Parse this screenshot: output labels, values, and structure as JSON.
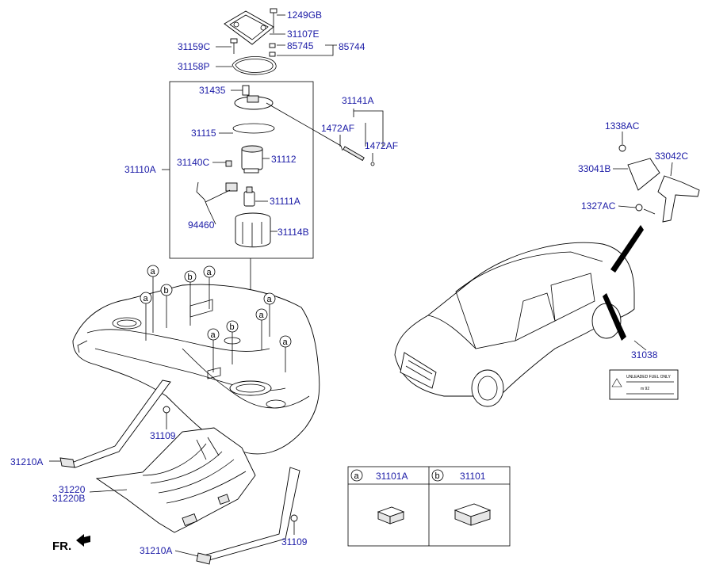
{
  "parts": {
    "p1249GB": "1249GB",
    "p31107E": "31107E",
    "p31159C": "31159C",
    "p85745": "85745",
    "p85744": "85744",
    "p31158P": "31158P",
    "p31435": "31435",
    "p31141A": "31141A",
    "p31115": "31115",
    "p1472AF_a": "1472AF",
    "p1472AF_b": "1472AF",
    "p31110A": "31110A",
    "p31140C": "31140C",
    "p31112": "31112",
    "p31111A": "31111A",
    "p94460": "94460",
    "p31114B": "31114B",
    "p1338AC": "1338AC",
    "p33042C": "33042C",
    "p33041B": "33041B",
    "p1327AC": "1327AC",
    "p31038": "31038",
    "p31109_a": "31109",
    "p31210A_a": "31210A",
    "p31220": "31220",
    "p31220B": "31220B",
    "p31210A_b": "31210A",
    "p31109_b": "31109"
  },
  "callouts": {
    "a": "a",
    "b": "b"
  },
  "legend": {
    "a_letter": "a",
    "a_part": "31101A",
    "b_letter": "b",
    "b_part": "31101"
  },
  "label_plate": {
    "line1": "UNLEADED FUEL ONLY",
    "line2": "m 92"
  },
  "direction": {
    "text": "FR."
  }
}
